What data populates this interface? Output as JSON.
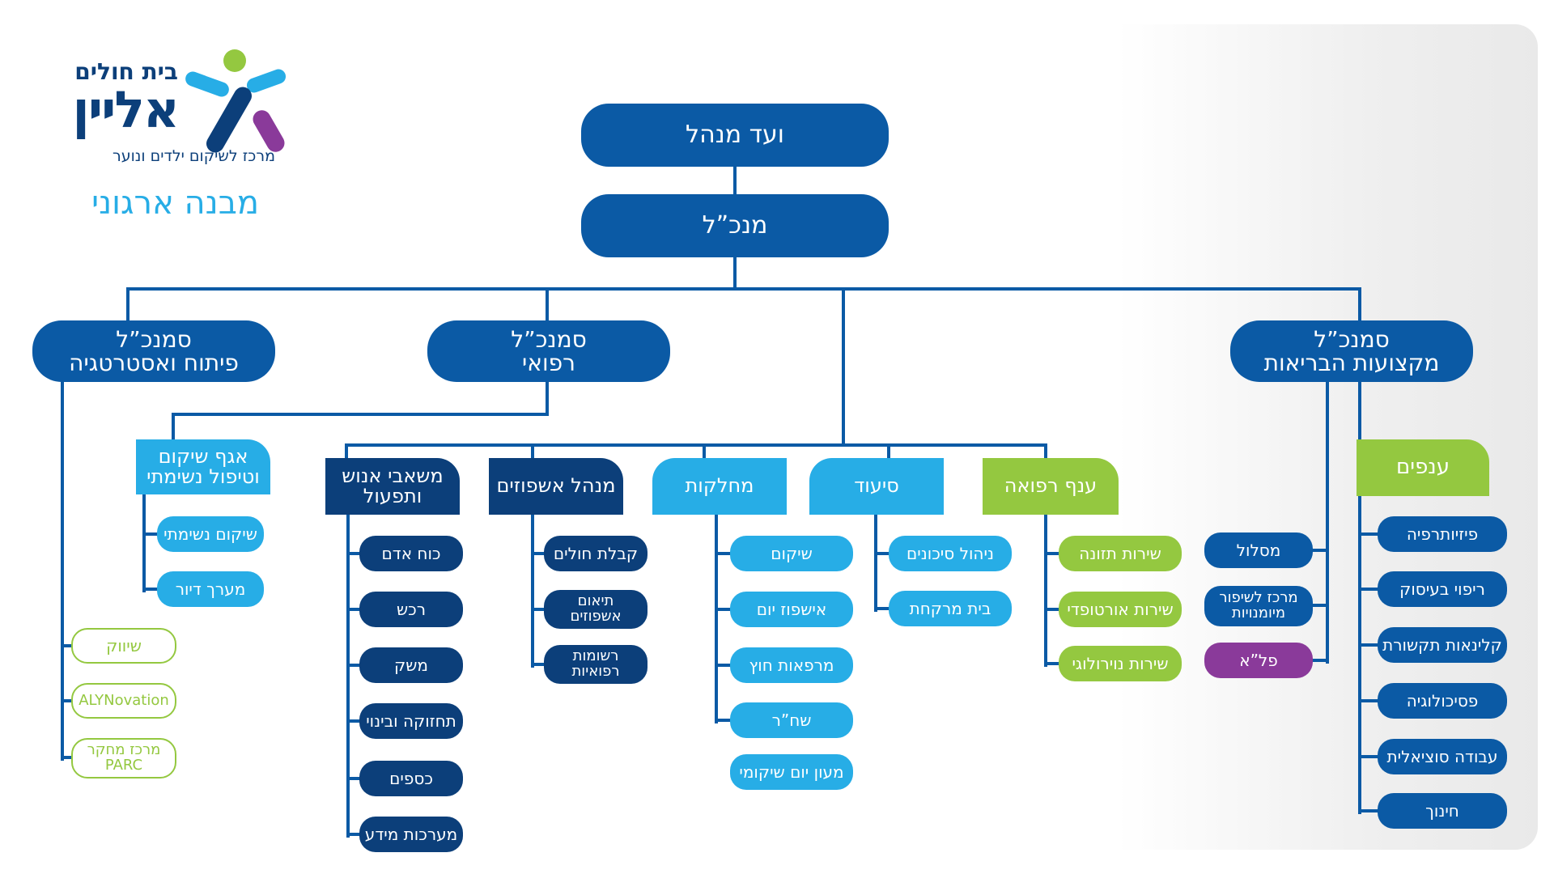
{
  "logo": {
    "line1": "בית חולים",
    "line2": "אליין",
    "subtitle": "מרכז לשיקום ילדים ונוער",
    "colors": {
      "navy": "#0c3f7a",
      "sky": "#27ade6",
      "lime": "#94c840",
      "purple": "#8a3a9a"
    }
  },
  "page_title": "מבנה ארגוני",
  "top": {
    "board": "ועד מנהל",
    "ceo": "מנכ”ל"
  },
  "vps": {
    "development": "סמנכ”ל\nפיתוח ואסטרטגיה",
    "medical": "סמנכ”ל\nרפואי",
    "health_professions": "סמנכ”ל\nמקצועות הבריאות"
  },
  "development_items": [
    "שיווק",
    "ALYNovation",
    "מרכז מחקר\nPARC"
  ],
  "respiratory": {
    "header": "אגף שיקום\nוטיפול נשימתי",
    "items": [
      "שיקום נשימתי",
      "מערך דיור"
    ]
  },
  "hr": {
    "header": "משאבי אנוש\nותפעול",
    "items": [
      "כוח אדם",
      "רכש",
      "משק",
      "תחזוקה ובינוי",
      "כספים",
      "מערכות מידע"
    ]
  },
  "admissions": {
    "header": "מנהל אשפוזים",
    "items": [
      "קבלת חולים",
      "תיאום\nאשפוזים",
      "רשומות\nרפואיות"
    ]
  },
  "departments": {
    "header": "מחלקות",
    "items": [
      "שיקום",
      "אישפוז יום",
      "מרפאות חוץ",
      "שח”ר",
      "מעון יום שיקומי"
    ]
  },
  "nursing": {
    "header": "סיעוד",
    "items": [
      "ניהול סיכונים",
      "בית מרקחת"
    ]
  },
  "medical_branch": {
    "header": "ענף רפואה",
    "items": [
      "שירות תזונה",
      "שירות אורטופדי",
      "שירות נוירולוגי"
    ]
  },
  "health_middle": [
    "מסלול",
    "מרכז לשיפור\nמיומנויות",
    "פל”א"
  ],
  "branches": {
    "header": "ענפים",
    "items": [
      "פיזיותרפיה",
      "ריפוי בעיסוק",
      "קלינאות תקשורת",
      "פסיכולוגיה",
      "עבודה סוציאלית",
      "חינוך"
    ]
  }
}
